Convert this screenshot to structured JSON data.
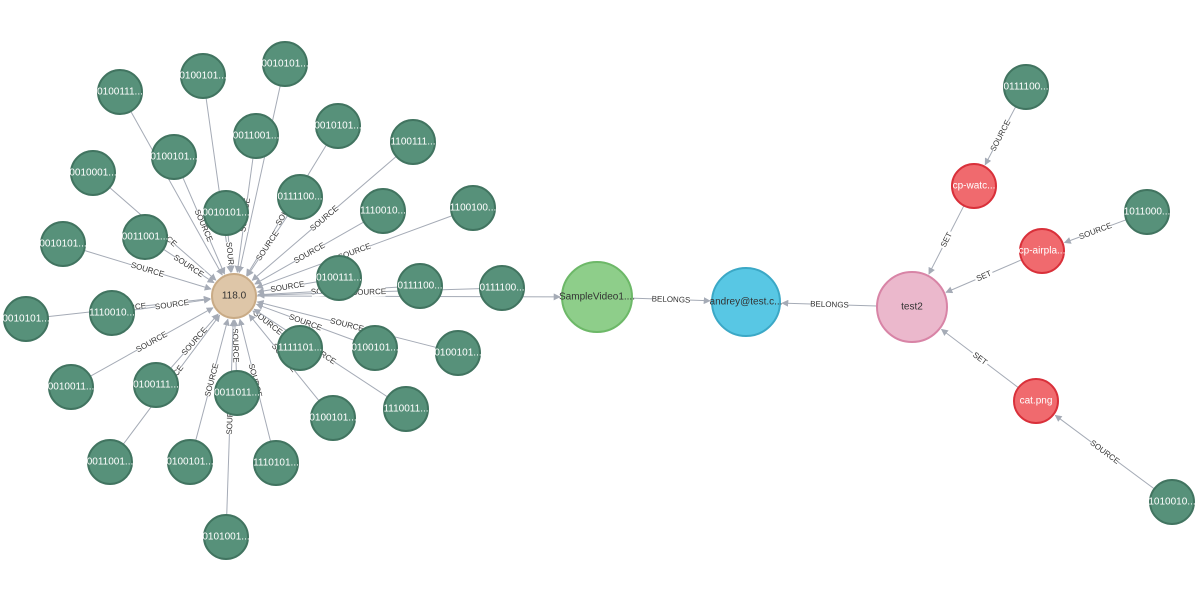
{
  "colors": {
    "source_node_fill": "#57917a",
    "source_node_stroke": "#417460",
    "hub_fill": "#dec6a8",
    "hub_stroke": "#c9ab86",
    "video_fill": "#8ece8a",
    "video_stroke": "#6db868",
    "user_fill": "#58c7e4",
    "user_stroke": "#3ba8c6",
    "set_fill": "#ebb8cc",
    "set_stroke": "#d884a6",
    "file_fill": "#f06a6e",
    "file_stroke": "#d9303a",
    "edge": "#a5abb6"
  },
  "nodes": [
    {
      "id": "hub",
      "label": "118.0",
      "kind": "hub"
    },
    {
      "id": "video",
      "label": "SampleVideo1....",
      "kind": "video"
    },
    {
      "id": "user",
      "label": "andrey@test.c...",
      "kind": "user"
    },
    {
      "id": "set",
      "label": "test2",
      "kind": "set"
    },
    {
      "id": "f1",
      "label": "cp-watc...",
      "kind": "file"
    },
    {
      "id": "f2",
      "label": "cp-airpla...",
      "kind": "file"
    },
    {
      "id": "f3",
      "label": "cat.png",
      "kind": "file"
    },
    {
      "id": "r1",
      "label": "0111100...",
      "kind": "source"
    },
    {
      "id": "r2",
      "label": "1011000...",
      "kind": "source"
    },
    {
      "id": "r3",
      "label": "1010010...",
      "kind": "source"
    },
    {
      "id": "s1",
      "label": "0010101...",
      "kind": "source"
    },
    {
      "id": "s2",
      "label": "0100101...",
      "kind": "source"
    },
    {
      "id": "s3",
      "label": "0100111...",
      "kind": "source"
    },
    {
      "id": "s4",
      "label": "0010101...",
      "kind": "source"
    },
    {
      "id": "s5",
      "label": "0011001...",
      "kind": "source"
    },
    {
      "id": "s6",
      "label": "0100101...",
      "kind": "source"
    },
    {
      "id": "s7",
      "label": "1100111...",
      "kind": "source"
    },
    {
      "id": "s8",
      "label": "0010001...",
      "kind": "source"
    },
    {
      "id": "s9",
      "label": "0111100...",
      "kind": "source"
    },
    {
      "id": "s10",
      "label": "0010101...",
      "kind": "source"
    },
    {
      "id": "s11",
      "label": "1110010...",
      "kind": "source"
    },
    {
      "id": "s12",
      "label": "1100100...",
      "kind": "source"
    },
    {
      "id": "s13",
      "label": "0011001...",
      "kind": "source"
    },
    {
      "id": "s14",
      "label": "0010101...",
      "kind": "source"
    },
    {
      "id": "s15",
      "label": "0100111...",
      "kind": "source"
    },
    {
      "id": "s16",
      "label": "0111100...",
      "kind": "source"
    },
    {
      "id": "s17",
      "label": "0111100...",
      "kind": "source"
    },
    {
      "id": "s18",
      "label": "0010101...",
      "kind": "source"
    },
    {
      "id": "s19",
      "label": "1110010...",
      "kind": "source"
    },
    {
      "id": "s20",
      "label": "1111101...",
      "kind": "source"
    },
    {
      "id": "s21",
      "label": "0100101...",
      "kind": "source"
    },
    {
      "id": "s22",
      "label": "0100101...",
      "kind": "source"
    },
    {
      "id": "s23",
      "label": "0010011...",
      "kind": "source"
    },
    {
      "id": "s24",
      "label": "0100111...",
      "kind": "source"
    },
    {
      "id": "s25",
      "label": "0011011...",
      "kind": "source"
    },
    {
      "id": "s26",
      "label": "0100101...",
      "kind": "source"
    },
    {
      "id": "s27",
      "label": "1110011...",
      "kind": "source"
    },
    {
      "id": "s28",
      "label": "0011001...",
      "kind": "source"
    },
    {
      "id": "s29",
      "label": "0100101...",
      "kind": "source"
    },
    {
      "id": "s30",
      "label": "1110101...",
      "kind": "source"
    },
    {
      "id": "s31",
      "label": "0101001...",
      "kind": "source"
    }
  ],
  "edges": [
    {
      "from": "video",
      "to": "user",
      "label": "BELONGS"
    },
    {
      "from": "set",
      "to": "user",
      "label": "BELONGS"
    },
    {
      "from": "f1",
      "to": "set",
      "label": "SET"
    },
    {
      "from": "f2",
      "to": "set",
      "label": "SET"
    },
    {
      "from": "f3",
      "to": "set",
      "label": "SET"
    },
    {
      "from": "r1",
      "to": "f1",
      "label": "SOURCE"
    },
    {
      "from": "r2",
      "to": "f2",
      "label": "SOURCE"
    },
    {
      "from": "r3",
      "to": "f3",
      "label": "SOURCE"
    },
    {
      "from": "hub",
      "to": "video",
      "label": ""
    },
    {
      "from": "s1",
      "to": "hub",
      "label": ""
    },
    {
      "from": "s2",
      "to": "hub",
      "label": ""
    },
    {
      "from": "s3",
      "to": "hub",
      "label": ""
    },
    {
      "from": "s4",
      "to": "hub",
      "label": "SOURCE"
    },
    {
      "from": "s5",
      "to": "hub",
      "label": "SOURCE"
    },
    {
      "from": "s6",
      "to": "hub",
      "label": "SOURCE"
    },
    {
      "from": "s7",
      "to": "hub",
      "label": "SOURCE"
    },
    {
      "from": "s8",
      "to": "hub",
      "label": "SOURCE"
    },
    {
      "from": "s9",
      "to": "hub",
      "label": "SOURCE"
    },
    {
      "from": "s10",
      "to": "hub",
      "label": "SOUR"
    },
    {
      "from": "s11",
      "to": "hub",
      "label": "SOURCE"
    },
    {
      "from": "s12",
      "to": "hub",
      "label": "SOURCE"
    },
    {
      "from": "s13",
      "to": "hub",
      "label": "SOURCE"
    },
    {
      "from": "s14",
      "to": "hub",
      "label": "SOURCE"
    },
    {
      "from": "s15",
      "to": "hub",
      "label": "SOURCE"
    },
    {
      "from": "s16",
      "to": "hub",
      "label": "SOURCE"
    },
    {
      "from": "s17",
      "to": "hub",
      "label": "SOURCE"
    },
    {
      "from": "s18",
      "to": "hub",
      "label": "SOURCE"
    },
    {
      "from": "s19",
      "to": "hub",
      "label": "SOURCE"
    },
    {
      "from": "s20",
      "to": "hub",
      "label": "SOURCE"
    },
    {
      "from": "s21",
      "to": "hub",
      "label": "SOURCE"
    },
    {
      "from": "s22",
      "to": "hub",
      "label": "SOURCE"
    },
    {
      "from": "s23",
      "to": "hub",
      "label": "SOURCE"
    },
    {
      "from": "s24",
      "to": "hub",
      "label": "SOURCE"
    },
    {
      "from": "s25",
      "to": "hub",
      "label": "SOURCE"
    },
    {
      "from": "s26",
      "to": "hub",
      "label": "SOURCE"
    },
    {
      "from": "s27",
      "to": "hub",
      "label": "SOURCE"
    },
    {
      "from": "s28",
      "to": "hub",
      "label": "SOURCE"
    },
    {
      "from": "s29",
      "to": "hub",
      "label": "SOURCE"
    },
    {
      "from": "s30",
      "to": "hub",
      "label": "SOURCE"
    },
    {
      "from": "s31",
      "to": "hub",
      "label": "SOURCE"
    }
  ]
}
